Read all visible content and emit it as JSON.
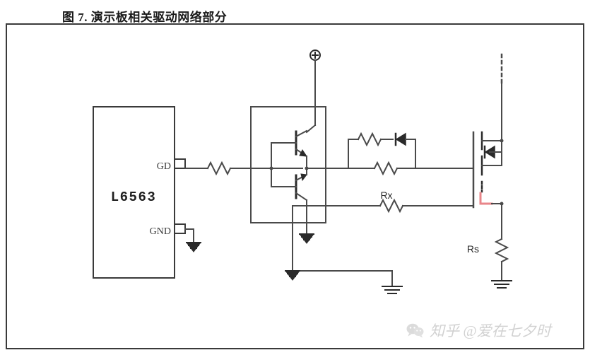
{
  "figure": {
    "title": "图 7. 演示板相关驱动网络部分"
  },
  "schematic": {
    "ic": {
      "name": "L6563",
      "pins": [
        {
          "label": "GD",
          "name": "gate-drive-pin"
        },
        {
          "label": "GND",
          "name": "ground-pin"
        }
      ]
    },
    "components": {
      "gate_resistor_label": "",
      "rx_label": "Rx",
      "rs_label": "Rs",
      "supply_label": "",
      "drain_label": ""
    },
    "colors": {
      "wire": "#4a4a4a",
      "outline": "#3a3a3a",
      "highlight": "#e8868a",
      "background": "#ffffff"
    }
  },
  "watermark": {
    "text": "知乎 @爱在七夕时",
    "icon": "wechat-icon"
  }
}
